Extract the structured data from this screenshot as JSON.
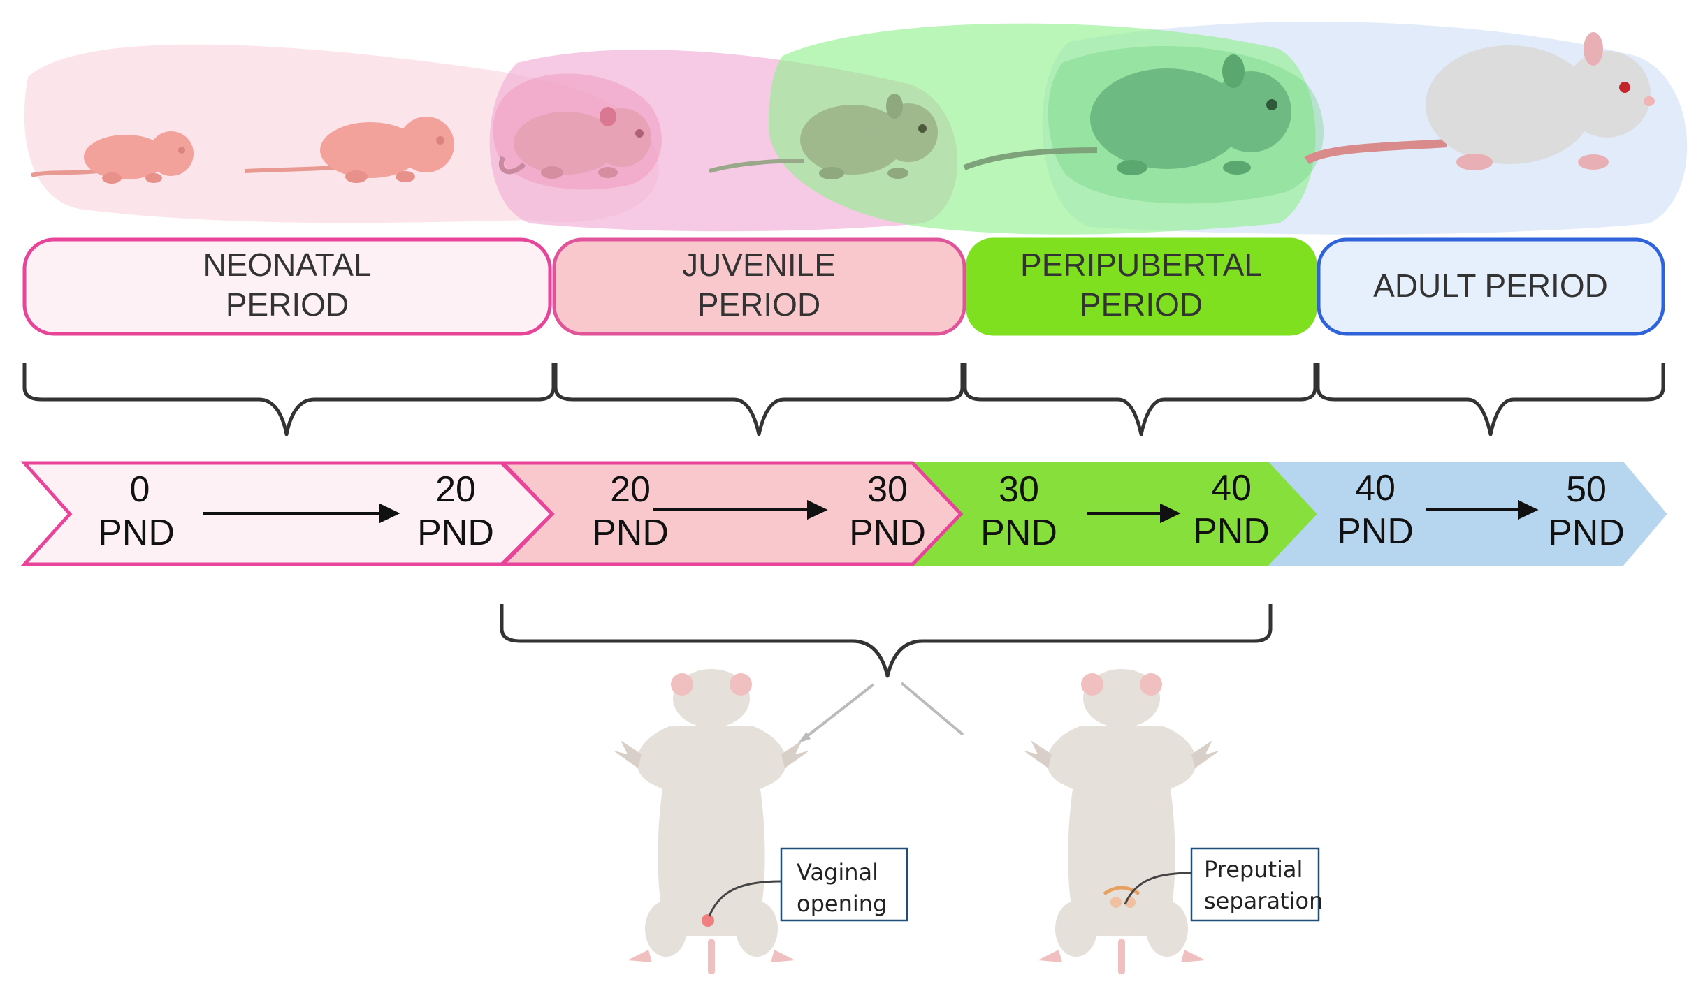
{
  "periods": [
    {
      "id": "neonatal",
      "line1": "NEONATAL",
      "line2": "PERIOD",
      "fill": "#fdf1f6",
      "stroke": "#e8459a"
    },
    {
      "id": "juvenile",
      "line1": "JUVENILE",
      "line2": "PERIOD",
      "fill": "#f9c8cd",
      "stroke": "#e0559a"
    },
    {
      "id": "peripubertal",
      "line1": "PERIPUBERTAL",
      "line2": "PERIOD",
      "fill": "#7fe020",
      "stroke": "#7fe020"
    },
    {
      "id": "adult",
      "line1": "ADULT PERIOD",
      "line2": "",
      "fill": "#e6effc",
      "stroke": "#2f63d9"
    }
  ],
  "timeline": [
    {
      "id": "seg1",
      "start": "0",
      "end": "20",
      "unit": "PND",
      "fill": "#fdf1f6",
      "stroke": "#e8459a"
    },
    {
      "id": "seg2",
      "start": "20",
      "end": "30",
      "unit": "PND",
      "fill": "#f9c8cd",
      "stroke": "#e8459a"
    },
    {
      "id": "seg3",
      "start": "30",
      "end": "40",
      "unit": "PND",
      "fill": "#86df3b",
      "stroke": "#86df3b"
    },
    {
      "id": "seg4",
      "start": "40",
      "end": "50",
      "unit": "PND",
      "fill": "#b6d5ee",
      "stroke": "#b6d5ee"
    }
  ],
  "callouts": {
    "vaginal_line1": "Vaginal",
    "vaginal_line2": "opening",
    "preputial_line1": "Preputial",
    "preputial_line2": "separation"
  },
  "colors": {
    "bracket": "#333333",
    "arrow": "#111111",
    "pink_blob": "#f7c6d6",
    "green_blob": "#7ee87a",
    "blue_blob": "#d6e6f8",
    "pup_skin": "#f2a29b",
    "adult_rat": "#dcdcdc"
  }
}
